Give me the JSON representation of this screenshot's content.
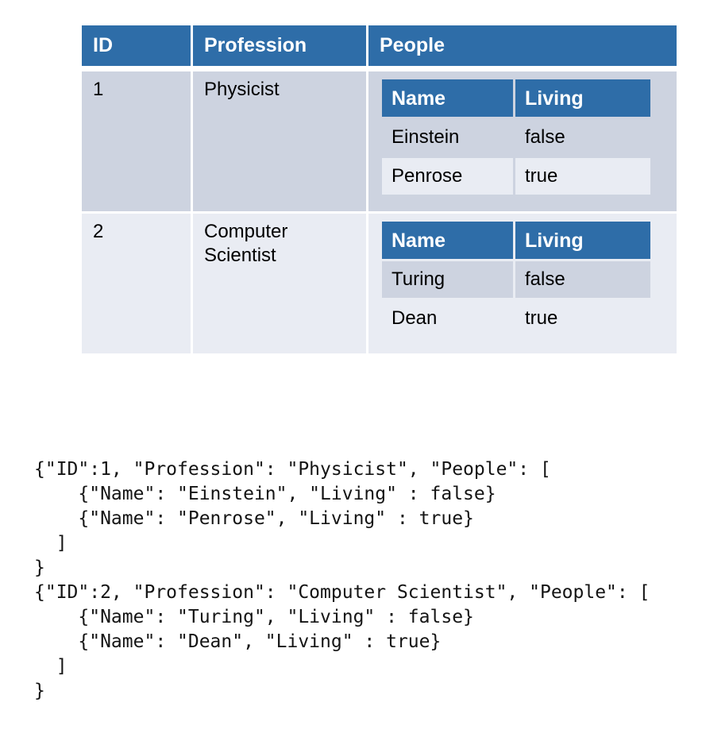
{
  "table": {
    "columns": [
      "ID",
      "Profession",
      "People"
    ],
    "nested_columns": [
      "Name",
      "Living"
    ],
    "rows": [
      {
        "id": "1",
        "profession": "Physicist",
        "people": [
          {
            "name": "Einstein",
            "living": "false"
          },
          {
            "name": "Penrose",
            "living": "true"
          }
        ]
      },
      {
        "id": "2",
        "profession": "Computer Scientist",
        "people": [
          {
            "name": "Turing",
            "living": "false"
          },
          {
            "name": "Dean",
            "living": "true"
          }
        ]
      }
    ]
  },
  "code": {
    "lines": [
      "{\"ID\":1, \"Profession\": \"Physicist\", \"People\": [",
      "    {\"Name\": \"Einstein\", \"Living\" : false}",
      "    {\"Name\": \"Penrose\", \"Living\" : true}",
      "  ]",
      "}",
      "{\"ID\":2, \"Profession\": \"Computer Scientist\", \"People\": [",
      "    {\"Name\": \"Turing\", \"Living\" : false}",
      "    {\"Name\": \"Dean\", \"Living\" : true}",
      "  ]",
      "}"
    ]
  },
  "colors": {
    "header_blue": "#2E6DA8",
    "band_dark": "#CDD3E0",
    "band_light": "#E9ECF3",
    "header_text": "#FFFFFF",
    "body_text": "#000000"
  }
}
